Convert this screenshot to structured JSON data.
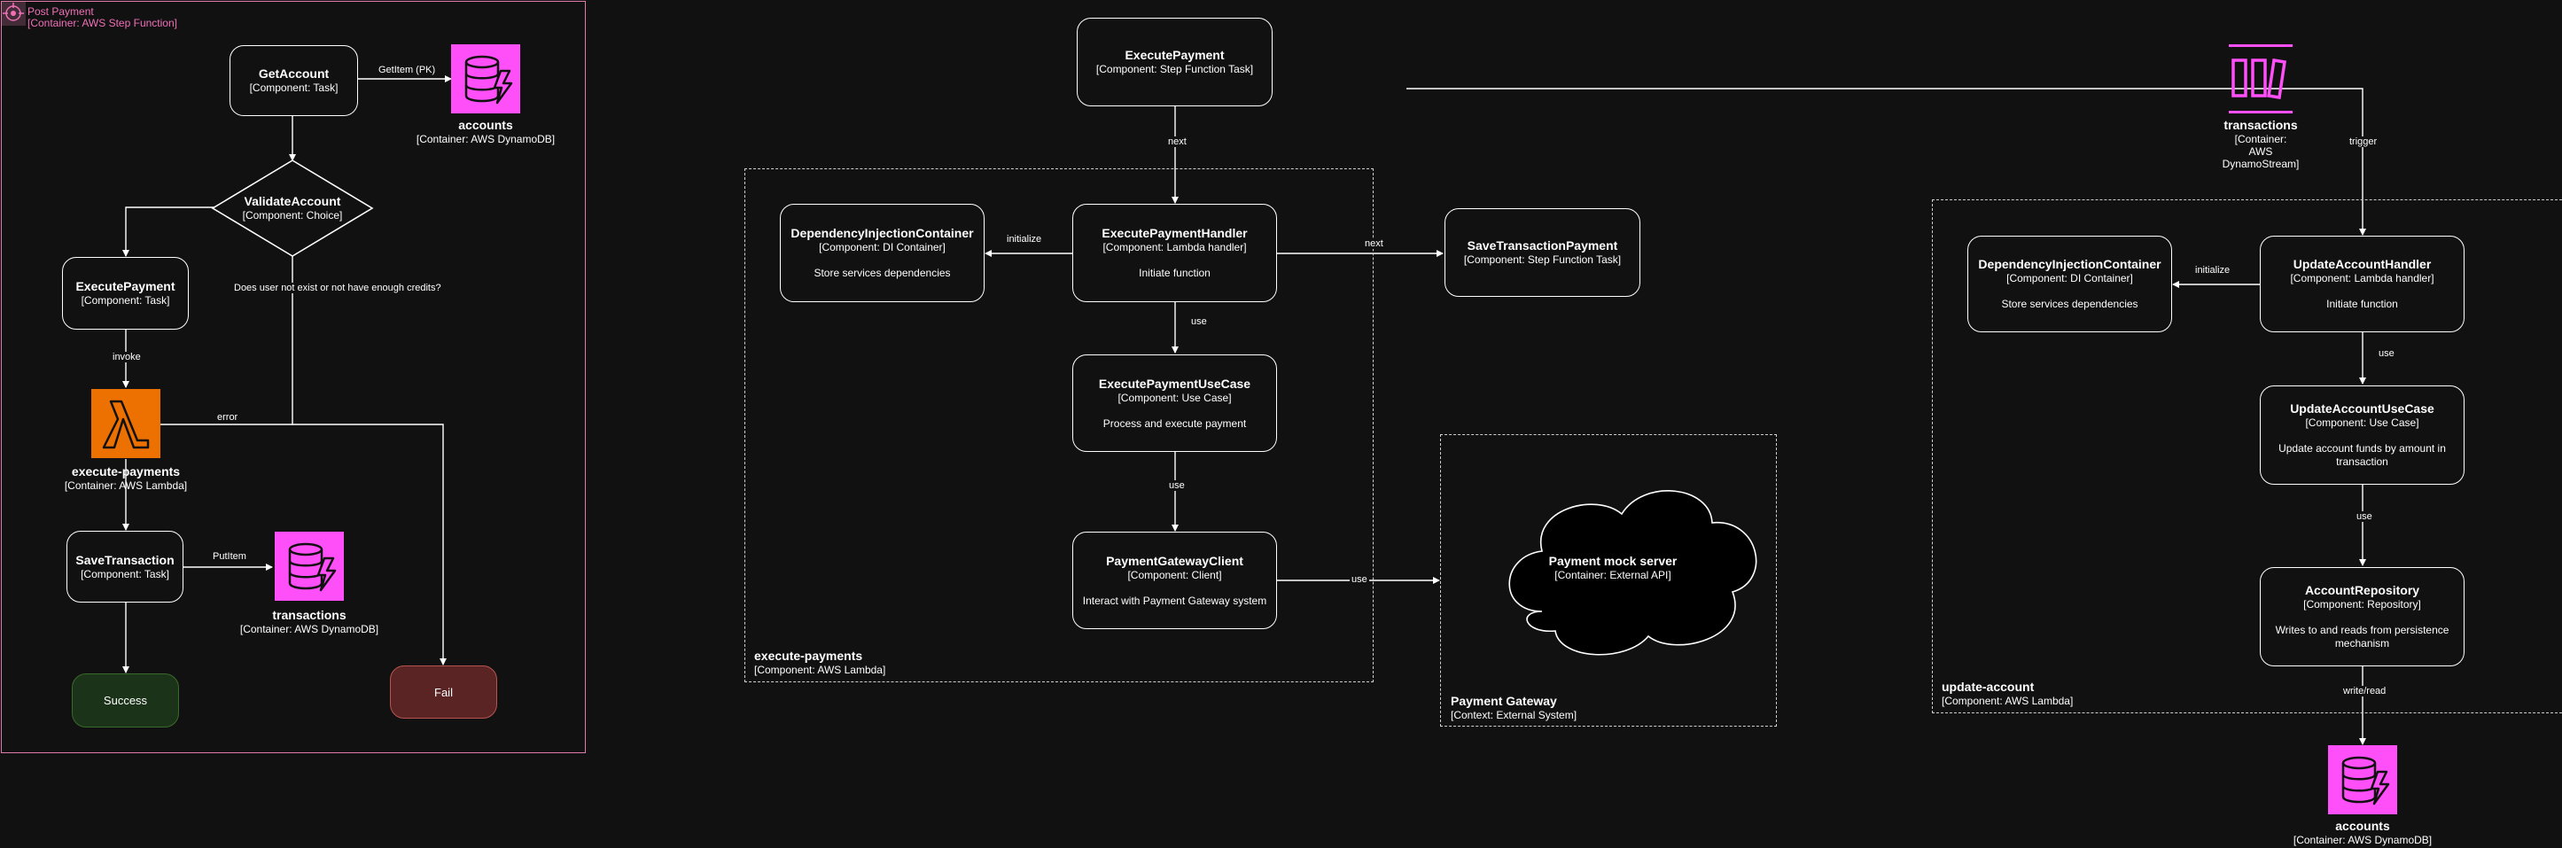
{
  "colors": {
    "background": "#111111",
    "foreground": "#ffffff",
    "step_function": "#e07bb0",
    "dynamodb": "#ff4ff8",
    "lambda": "#ed7100",
    "success_fill": "#1b3318",
    "success_border": "#3a6b2c",
    "fail_fill": "#5a2424",
    "fail_border": "#b85450"
  },
  "post_payment": {
    "icon": "step-functions-icon",
    "title": "Post Payment",
    "subtitle": "[Container: AWS Step Function]",
    "get_account": {
      "title": "GetAccount",
      "type": "[Component: Task]"
    },
    "getitem_label": "GetItem (PK)",
    "accounts": {
      "title": "accounts",
      "type": "[Container: AWS DynamoDB]"
    },
    "validate_account": {
      "title": "ValidateAccount",
      "type": "[Component: Choice]"
    },
    "condition_label": "Does user not exist or not have enough credits?",
    "execute_payment": {
      "title": "ExecutePayment",
      "type": "[Component: Task]"
    },
    "invoke_label": "invoke",
    "error_label": "error",
    "lambda": {
      "title": "execute-payments",
      "type": "[Container: AWS Lambda]"
    },
    "save_transaction": {
      "title": "SaveTransaction",
      "type": "[Component: Task]"
    },
    "putitem_label": "PutItem",
    "transactions": {
      "title": "transactions",
      "type": "[Container: AWS DynamoDB]"
    },
    "success": "Success",
    "fail": "Fail"
  },
  "execute_payments": {
    "top_task": {
      "title": "ExecutePayment",
      "type": "[Component: Step Function Task]"
    },
    "next_label": "next",
    "handler": {
      "title": "ExecutePaymentHandler",
      "type": "[Component: Lambda handler]",
      "desc": "Initiate function"
    },
    "di": {
      "title": "DependencyInjectionContainer",
      "type": "[Component: DI Container]",
      "desc": "Store services dependencies"
    },
    "initialize_label": "initialize",
    "next2_label": "next",
    "save_task": {
      "title": "SaveTransactionPayment",
      "type": "[Component: Step Function Task]"
    },
    "use_label_1": "use",
    "usecase": {
      "title": "ExecutePaymentUseCase",
      "type": "[Component: Use Case]",
      "desc": "Process and execute payment"
    },
    "use_label_2": "use",
    "client": {
      "title": "PaymentGatewayClient",
      "type": "[Component: Client]",
      "desc": "Interact with Payment Gateway system"
    },
    "use_label_3": "use",
    "boundary": {
      "title": "execute-payments",
      "type": "[Component: AWS Lambda]"
    }
  },
  "payment_gateway": {
    "cloud": {
      "title": "Payment mock server",
      "type": "[Container: External API]"
    },
    "boundary": {
      "title": "Payment Gateway",
      "type": "[Context: External System]"
    }
  },
  "update_account": {
    "stream": {
      "icon": "kinesis-stream-icon",
      "title": "transactions",
      "type_lines": [
        "[Container:",
        "AWS",
        "DynamoStream]"
      ]
    },
    "trigger_label": "trigger",
    "handler": {
      "title": "UpdateAccountHandler",
      "type": "[Component: Lambda handler]",
      "desc": "Initiate function"
    },
    "di": {
      "title": "DependencyInjectionContainer",
      "type": "[Component: DI Container]",
      "desc": "Store services dependencies"
    },
    "initialize_label": "initialize",
    "use_label_1": "use",
    "usecase": {
      "title": "UpdateAccountUseCase",
      "type": "[Component: Use Case]",
      "desc": "Update account funds by amount in transaction"
    },
    "use_label_2": "use",
    "repo": {
      "title": "AccountRepository",
      "type": "[Component: Repository]",
      "desc": "Writes to and reads from persistence mechanism"
    },
    "write_read_label": "write/read",
    "accounts": {
      "title": "accounts",
      "type": "[Container: AWS DynamoDB]"
    },
    "boundary": {
      "title": "update-account",
      "type": "[Component: AWS Lambda]"
    }
  }
}
